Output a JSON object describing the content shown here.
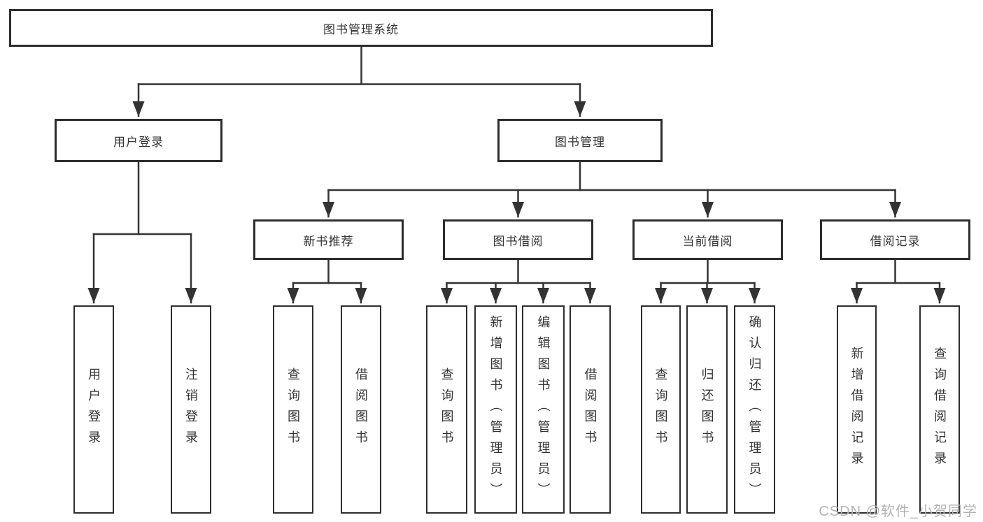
{
  "diagram": {
    "title": "图书管理系统",
    "root": {
      "label": "图书管理系统"
    },
    "branches": [
      {
        "label": "用户登录",
        "children": [
          {
            "label": "用户登录"
          },
          {
            "label": "注销登录"
          }
        ]
      },
      {
        "label": "图书管理",
        "children": [
          {
            "label": "新书推荐",
            "children": [
              {
                "label": "查询图书"
              },
              {
                "label": "借阅图书"
              }
            ]
          },
          {
            "label": "图书借阅",
            "children": [
              {
                "label": "查询图书"
              },
              {
                "label": "新增图书（管理员）"
              },
              {
                "label": "编辑图书（管理员）"
              },
              {
                "label": "借阅图书"
              }
            ]
          },
          {
            "label": "当前借阅",
            "children": [
              {
                "label": "查询图书"
              },
              {
                "label": "归还图书"
              },
              {
                "label": "确认归还（管理员）"
              }
            ]
          },
          {
            "label": "借阅记录",
            "children": [
              {
                "label": "新增借阅记录"
              },
              {
                "label": "查询借阅记录"
              }
            ]
          }
        ]
      }
    ]
  },
  "watermark": "CSDN @软件_小贺同学",
  "colors": {
    "line": "#333333",
    "box_border": "#2d2d2d",
    "text": "#333333",
    "background": "#ffffff",
    "watermark": "#b3b3b3"
  }
}
